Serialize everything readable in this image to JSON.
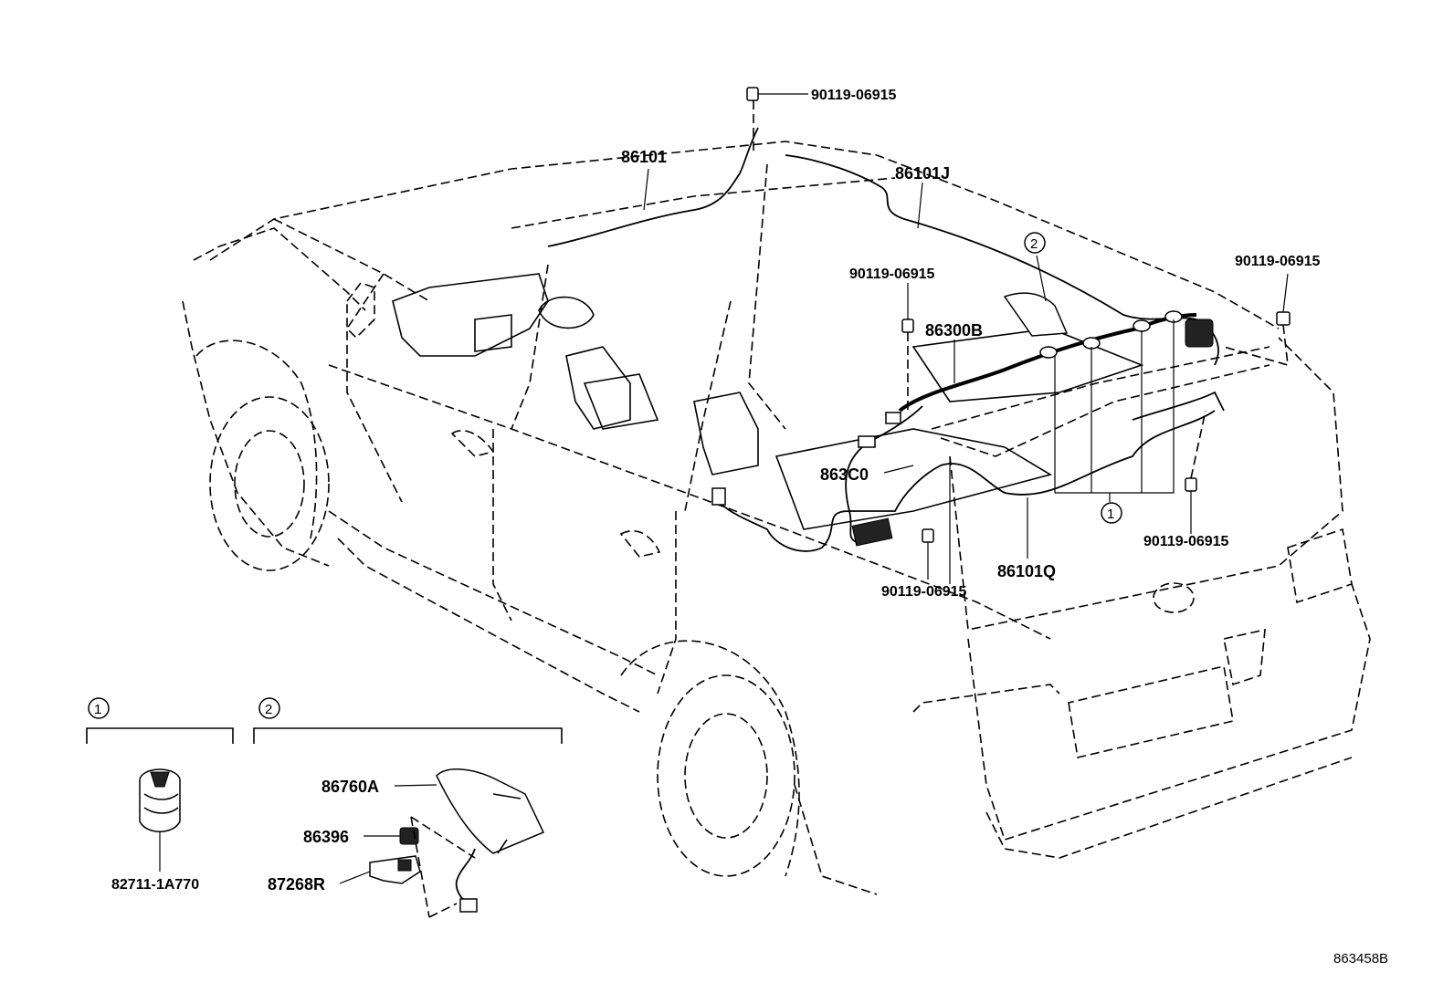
{
  "parts": {
    "clip_top": "90119-06915",
    "cord_front": "86101",
    "cord_roof": "86101J",
    "clip_roof_left": "90119-06915",
    "clip_rear_top": "90119-06915",
    "cable_antenna": "86300B",
    "module": "863C0",
    "cord_rear": "86101Q",
    "clip_lower_mid": "90119-06915",
    "clip_lower_right": "90119-06915",
    "antenna_assy": "86760A",
    "cover": "86396",
    "bracket": "87268R",
    "clamp": "82711-1A770"
  },
  "callouts": {
    "clamp_group": "1",
    "antenna_group": "2"
  },
  "illustration_code": "863458B"
}
